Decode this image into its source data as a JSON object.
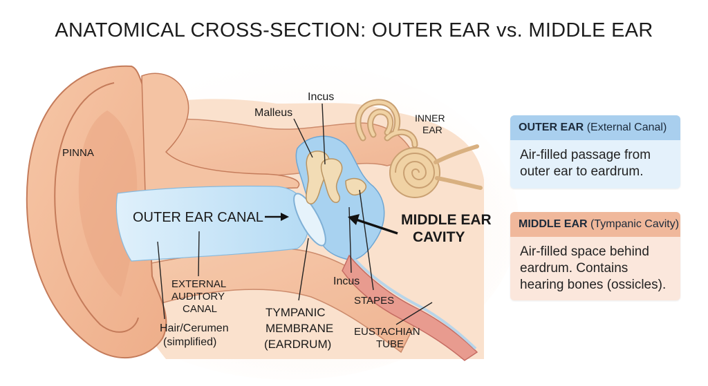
{
  "title": "ANATOMICAL CROSS-SECTION: OUTER EAR vs. MIDDLE EAR",
  "labels": {
    "pinna": "PINNA",
    "malleus": "Malleus",
    "incus_top": "Incus",
    "inner_ear_1": "INNER",
    "inner_ear_2": "EAR",
    "outer_ear_canal": "OUTER EAR CANAL",
    "middle_ear_cavity_1": "MIDDLE EAR",
    "middle_ear_cavity_2": "CAVITY",
    "incus_bottom": "Incus",
    "stapes": "STAPES",
    "external_auditory_canal_1": "EXTERNAL",
    "external_auditory_canal_2": "AUDITORY",
    "external_auditory_canal_3": "CANAL",
    "hair_cerumen_1": "Hair/Cerumen",
    "hair_cerumen_2": "(simplified)",
    "tympanic_1": "TYMPANIC",
    "tympanic_2": "MEMBRANE",
    "tympanic_3": "(EARDRUM)",
    "eustachian_1": "EUSTACHIAN",
    "eustachian_2": "TUBE"
  },
  "outer_box": {
    "heading": "OUTER EAR",
    "subheading": "(External Canal)",
    "body_1": "Air-filled passage from",
    "body_2": "outer ear to eardrum."
  },
  "middle_box": {
    "heading": "MIDDLE EAR",
    "subheading": "(Tympanic Cavity)",
    "body_1": "Air-filled space behind",
    "body_2": "eardrum. Contains",
    "body_3": "hearing bones (ossicles)."
  },
  "colors": {
    "skin": "#f3bc98",
    "skin_light": "#f8d3b9",
    "skin_outline": "#c47b5a",
    "canal_blue": "#bfe0f5",
    "cavity_blue": "#a8d2f0",
    "bone": "#f2dcb5",
    "tube_pink": "#e89b8f",
    "outer_box_head": "#a9cfee",
    "middle_box_head": "#f0b89b"
  }
}
